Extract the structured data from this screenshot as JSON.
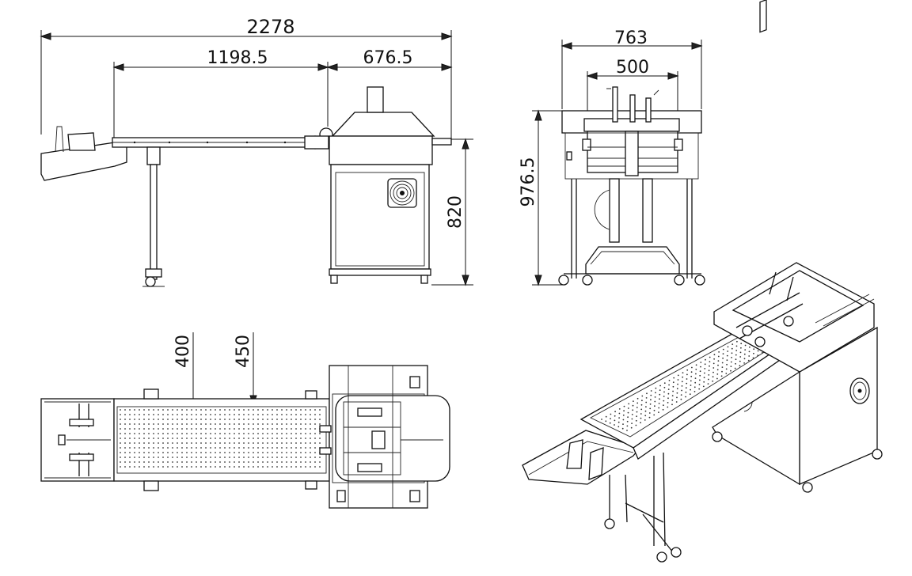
{
  "dimensions": {
    "total_length": "2278",
    "conveyor_length": "1198.5",
    "feeder_length": "676.5",
    "height": "820",
    "front_width": "763",
    "front_inner_width": "500",
    "front_height": "976.5",
    "belt_width_inner": "400",
    "belt_width_outer": "450"
  },
  "colors": {
    "line": "#111111",
    "background": "#ffffff"
  }
}
